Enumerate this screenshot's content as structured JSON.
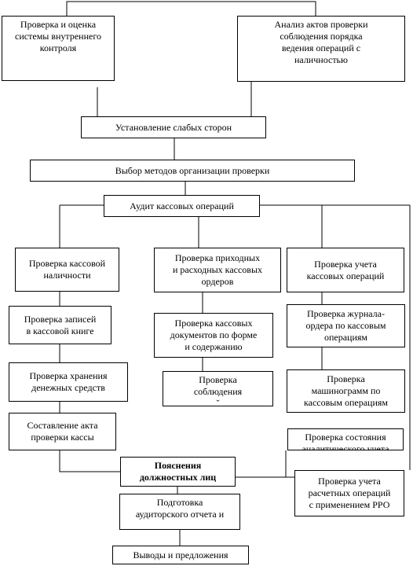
{
  "boxes": {
    "internal_control": "Проверка и оценка\nсистемы внутреннего\nконтроля",
    "acts_analysis": "Анализ актов проверки\nсоблюдения порядка\nведения операций с\nналичностью",
    "weak_points": "Установление  слабых  сторон",
    "methods": "Выбор методов организации проверки",
    "audit": "Аудит кассовых  операций",
    "cash_check": "Проверка кассовой\nналичности",
    "orders_check": "Проверка приходных\nи расходных  кассовых\nордеров",
    "accounting_check": "Проверка учета\nкассовых операций",
    "cashbook_check": "Проверка записей\nв кассовой книге",
    "docs_check": "Проверка кассовых\nдокументов по  форме\nи содержанию",
    "journal_check": "Проверка журнала-\nордера по кассовым\nоперациям",
    "storage_check": "Проверка хранения\nденежных  средств",
    "compliance_check": "Проверка\nсоблюдения\nˇ",
    "machinegram_check": "Проверка\nмашинограмм по\nкассовым операциям",
    "act": "Составление  акта\nпроверки кассы",
    "analytics_check": "Проверка состояния\nаналитического  учета",
    "explanations": "Пояснения\nдолжностных лиц",
    "settlements_check": "Проверка учета\nрасчетных операций\nс применением РРО",
    "report": "Подготовка\nаудиторского отчета и",
    "conclusions": "Выводы и предложения"
  }
}
